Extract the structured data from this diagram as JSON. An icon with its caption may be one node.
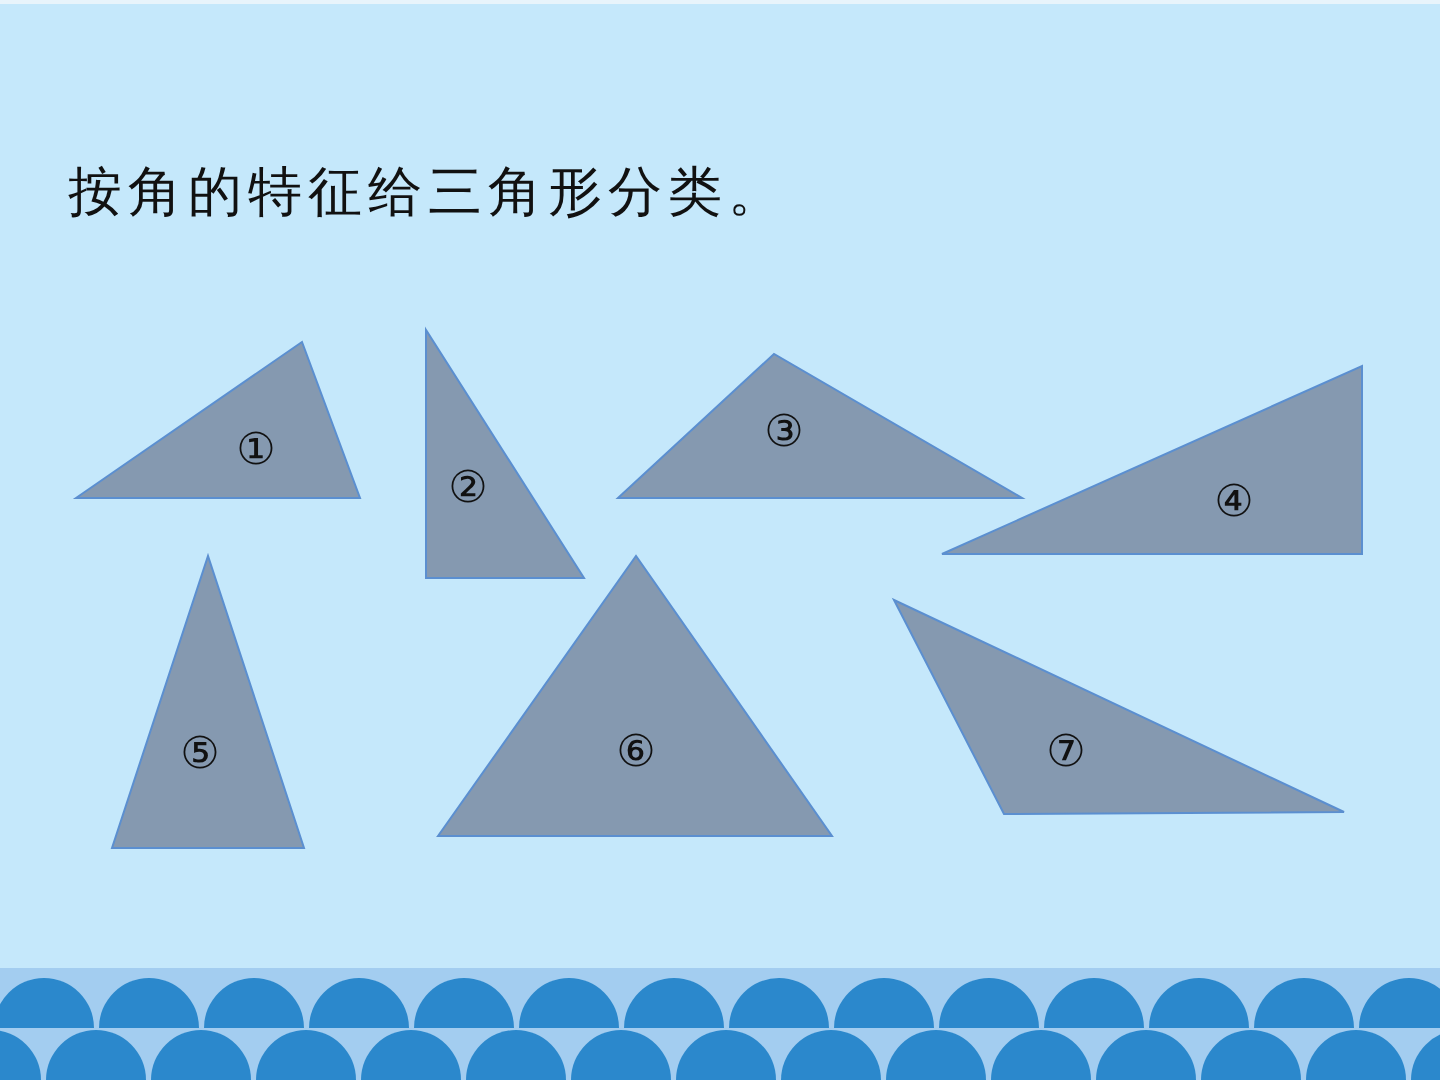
{
  "diagram": {
    "title": "按角的特征给三角形分类。",
    "nodes": [
      {
        "text": [
          "①"
        ]
      },
      {
        "text": [
          "②"
        ]
      },
      {
        "text": [
          "③"
        ]
      },
      {
        "text": [
          "④"
        ]
      },
      {
        "text": [
          "⑤"
        ]
      },
      {
        "text": [
          "⑥"
        ]
      },
      {
        "text": [
          "⑦"
        ]
      }
    ]
  }
}
